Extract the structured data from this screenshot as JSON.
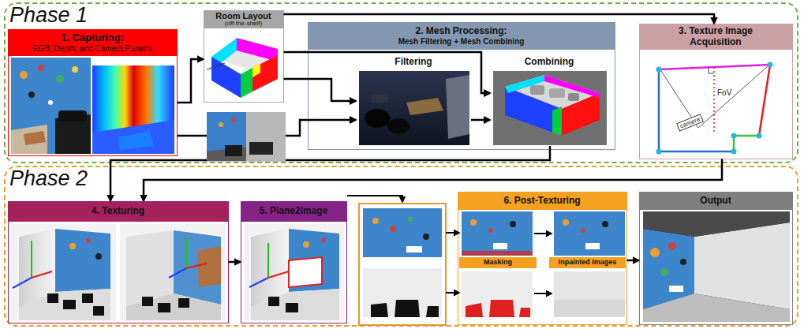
{
  "diagram": {
    "nodes": [
      {
        "text": [
          "Phase 1"
        ]
      },
      {
        "text": [
          "1. Capturing:",
          "RGB, Depth, and Camera Params"
        ],
        "in": 0
      },
      {
        "text": [
          "Room Layout",
          "(off-the-shelf)"
        ],
        "in": 0
      },
      {
        "text": [
          "2. Mesh Processing:",
          "Mesh Filtering + Mesh Combining"
        ],
        "in": 0
      },
      {
        "text": [
          "Filtering"
        ],
        "in": 3
      },
      {
        "text": [
          "Combining"
        ],
        "in": 3
      },
      {
        "text": [
          "3. Texture Image Acquisition"
        ],
        "in": 0
      },
      {
        "text": [
          "Phase 2"
        ]
      },
      {
        "text": [
          "4. Texturing"
        ],
        "in": 7
      },
      {
        "text": [
          "5. Plane2Image"
        ],
        "in": 7
      },
      {
        "text": [
          "6. Post-Texturing"
        ],
        "in": 7
      },
      {
        "text": [
          "Masking"
        ],
        "in": 10
      },
      {
        "text": [
          "Inpainted Images"
        ],
        "in": 10
      },
      {
        "text": [
          "Output"
        ],
        "in": 7
      }
    ],
    "edges": [
      {
        "from": 1,
        "to": 2,
        "arrow": "to"
      },
      {
        "from": 1,
        "to": 4,
        "arrow": "to"
      },
      {
        "from": 2,
        "to": 4,
        "arrow": "to"
      },
      {
        "from": 2,
        "to": 5,
        "arrow": "to"
      },
      {
        "from": 4,
        "to": 5,
        "arrow": "to"
      },
      {
        "from": 2,
        "to": 6,
        "arrow": "to"
      },
      {
        "from": 5,
        "to": 8,
        "arrow": "to"
      },
      {
        "from": 6,
        "to": 8,
        "arrow": "to"
      },
      {
        "from": 8,
        "to": 9,
        "arrow": "to"
      },
      {
        "from": 10,
        "to": 13,
        "arrow": "to"
      }
    ],
    "labels": [
      "FoV",
      "camera"
    ]
  }
}
